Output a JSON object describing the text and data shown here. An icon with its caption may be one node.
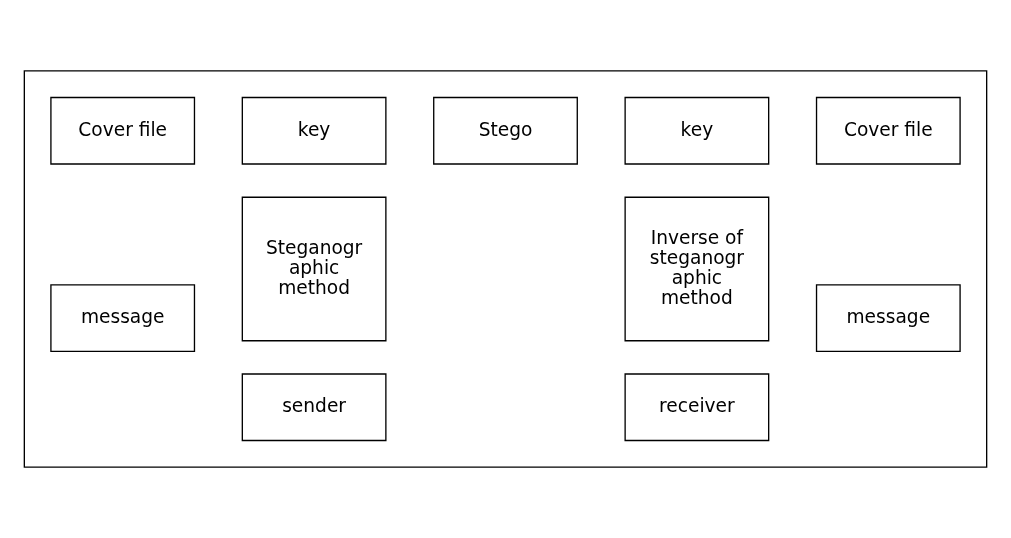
{
  "diagram": {
    "nodes": [
      {
        "text": [],
        "shape": "box"
      },
      {
        "text": [
          "Cover file"
        ],
        "in": 0
      },
      {
        "text": [
          "message"
        ],
        "in": 0
      },
      {
        "text": [
          "key"
        ],
        "in": 0
      },
      {
        "text": [
          "Steganogr aphic method"
        ],
        "in": 0
      },
      {
        "text": [
          "sender"
        ],
        "in": 0
      },
      {
        "text": [
          "Stego"
        ],
        "in": 0
      },
      {
        "text": [
          "key"
        ],
        "in": 0
      },
      {
        "text": [
          "Inverse of steganogr aphic method"
        ],
        "in": 0
      },
      {
        "text": [
          "receiver"
        ],
        "in": 0
      },
      {
        "text": [
          "Cover file"
        ],
        "in": 0
      },
      {
        "text": [
          "message"
        ],
        "in": 0
      }
    ]
  }
}
